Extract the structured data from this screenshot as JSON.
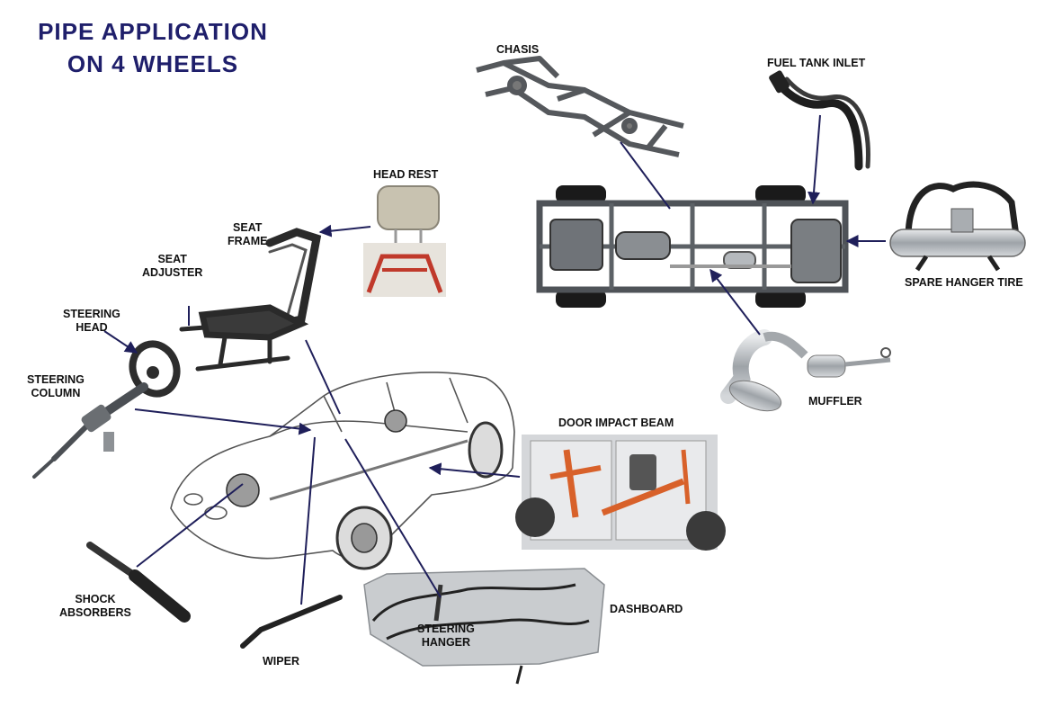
{
  "title": {
    "line1": "PIPE APPLICATION",
    "line2": "ON 4 WHEELS"
  },
  "labels": {
    "chasis": "CHASIS",
    "fuel_tank_inlet": "FUEL TANK INLET",
    "head_rest": "HEAD REST",
    "seat_frame_1": "SEAT",
    "seat_frame_2": "FRAME",
    "seat_adjuster_1": "SEAT",
    "seat_adjuster_2": "ADJUSTER",
    "steering_head_1": "STEERING",
    "steering_head_2": "HEAD",
    "steering_column_1": "STEERING",
    "steering_column_2": "COLUMN",
    "spare_hanger_tire": "SPARE HANGER TIRE",
    "muffler": "MUFFLER",
    "door_impact_beam": "DOOR IMPACT BEAM",
    "shock_absorbers_1": "SHOCK",
    "shock_absorbers_2": "ABSORBERS",
    "dashboard": "DASHBOARD",
    "steering_hanger_1": "STEERING",
    "steering_hanger_2": "HANGER",
    "wiper": "WIPER"
  },
  "colors": {
    "title": "#1f1f6b",
    "leader": "#1f1f5a",
    "metal": "#6b6f75",
    "orange_beam": "#d8612a",
    "red_frame": "#c0392b"
  }
}
